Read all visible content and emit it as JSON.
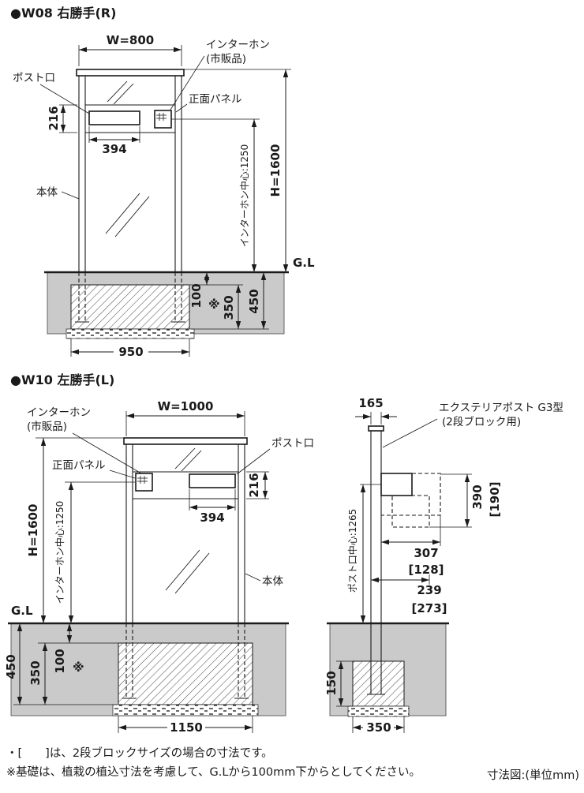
{
  "w08": {
    "title": "●W08 右勝手(R)",
    "dim_width": "W=800",
    "dim_height": "H=1600",
    "dim_216": "216",
    "dim_394": "394",
    "dim_100": "100",
    "dim_350": "350",
    "dim_450": "450",
    "dim_950": "950",
    "asterisk": "※",
    "intercom_center": "インターホン中心:1250",
    "gl": "G.L",
    "label_post_mouth": "ポスト口",
    "label_intercom_1": "インターホン",
    "label_intercom_2": "(市販品)",
    "label_front_panel": "正面パネル",
    "label_body": "本体"
  },
  "w10": {
    "title": "●W10 左勝手(L)",
    "dim_width": "W=1000",
    "dim_height": "H=1600",
    "dim_216": "216",
    "dim_394": "394",
    "dim_100": "100",
    "dim_350": "350",
    "dim_450": "450",
    "dim_1150": "1150",
    "asterisk": "※",
    "intercom_center": "インターホン中心:1250",
    "gl": "G.L",
    "label_post_mouth": "ポスト口",
    "label_intercom_1": "インターホン",
    "label_intercom_2": "(市販品)",
    "label_front_panel": "正面パネル",
    "label_body": "本体"
  },
  "side": {
    "dim_165": "165",
    "product_1": "エクステリアポスト G3型",
    "product_2": "(2段ブロック用)",
    "dim_390": "390",
    "dim_190_alt": "[190]",
    "dim_307": "307",
    "dim_128_alt": "[128]",
    "dim_239": "239",
    "dim_273_alt": "[273]",
    "post_mouth_center": "ポスト口中心:1265",
    "dim_150": "150",
    "dim_350": "350"
  },
  "footer": {
    "note_bracket": "・[　　]は、2段ブロックサイズの場合の寸法です。",
    "note_foundation": "※基礎は、植栽の植込寸法を考慮して、G.Lから100mm下からとしてください。",
    "unit": "寸法図:(単位mm)"
  }
}
